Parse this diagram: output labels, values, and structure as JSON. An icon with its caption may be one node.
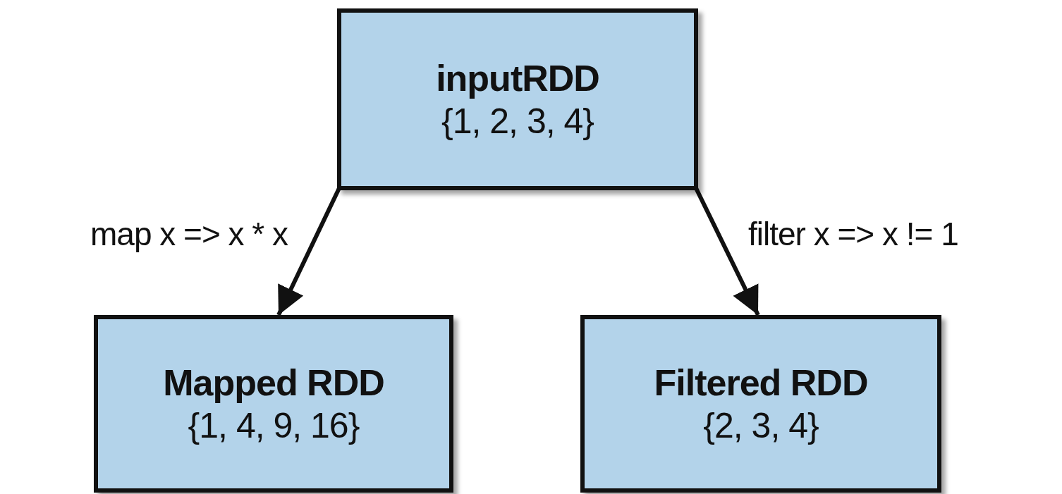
{
  "diagram": {
    "nodes": [
      {
        "text": [
          "inputRDD",
          "{1, 2, 3, 4}"
        ]
      },
      {
        "text": [
          "Mapped RDD",
          "{1, 4, 9, 16}"
        ]
      },
      {
        "text": [
          "Filtered RDD",
          "{2, 3, 4}"
        ]
      }
    ],
    "edges": [
      {
        "from": 0,
        "to": 1,
        "arrow": "to",
        "label": "map x => x * x"
      },
      {
        "from": 0,
        "to": 2,
        "arrow": "to",
        "label": "filter x => x != 1"
      }
    ]
  }
}
